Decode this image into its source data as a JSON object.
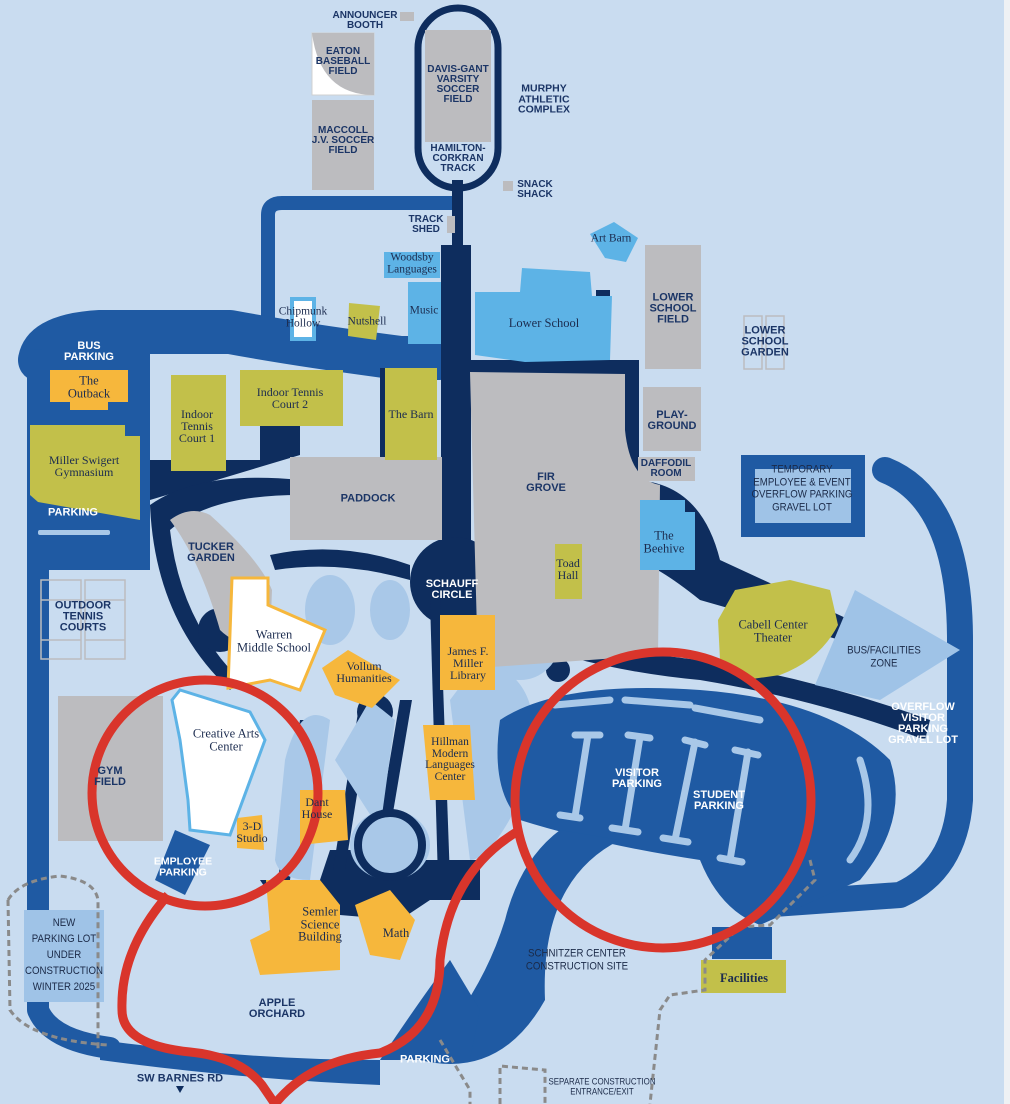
{
  "map": {
    "colors": {
      "background": "#c9dcf0",
      "road_dark": "#0e2d5e",
      "road_mid": "#1f5aa3",
      "path_light": "#a9c8e8",
      "field_gray": "#bcbcbf",
      "building_yellow": "#f6b73c",
      "building_olive": "#c2c04a",
      "building_sky": "#5db3e6",
      "building_white": "#ffffff",
      "highlight_red": "#d9352b",
      "zone_light": "#9fc3e7"
    },
    "athletics": {
      "announcer_booth": "ANNOUNCER\nBOOTH",
      "eaton_field": "EATON\nBASEBALL\nFIELD",
      "maccoll_field": "MACCOLL\nJ.V. SOCCER\nFIELD",
      "davis_gant_field": "DAVIS-GANT\nVARSITY\nSOCCER\nFIELD",
      "track": "HAMILTON-\nCORKRAN\nTRACK",
      "murphy_complex": "MURPHY\nATHLETIC\nCOMPLEX",
      "snack_shack": "SNACK\nSHACK",
      "track_shed": "TRACK\nSHED"
    },
    "buildings": {
      "woodsby": "Woodsby\nLanguages",
      "music": "Music",
      "chipmunk": "Chipmunk\nHollow",
      "nutshell": "Nutshell",
      "art_barn": "Art Barn",
      "lower_school": "Lower School",
      "outback": "The\nOutback",
      "indoor_tennis_1": "Indoor\nTennis\nCourt 1",
      "indoor_tennis_2": "Indoor Tennis\nCourt 2",
      "the_barn": "The Barn",
      "miller_gym": "Miller Swigert\nGymnasium",
      "toad_hall": "Toad\nHall",
      "beehive": "The\nBeehive",
      "cabell": "Cabell Center\nTheater",
      "warren": "Warren\nMiddle School",
      "vollum": "Vollum\nHumanities",
      "library": "James F.\nMiller\nLibrary",
      "hillman": "Hillman\nModern\nLanguages\nCenter",
      "creative_arts": "Creative Arts\nCenter",
      "studio_3d": "3-D\nStudio",
      "dant_house": "Dant\nHouse",
      "semler": "Semler\nScience\nBuilding",
      "math": "Math",
      "facilities": "Facilities"
    },
    "areas": {
      "lower_school_field": "LOWER\nSCHOOL\nFIELD",
      "lower_school_garden": "LOWER\nSCHOOL\nGARDEN",
      "playground": "PLAY-\nGROUND",
      "daffodil_room": "DAFFODIL\nROOM",
      "fir_grove": "FIR\nGROVE",
      "paddock": "PADDOCK",
      "tucker_garden": "TUCKER\nGARDEN",
      "schauff_circle": "SCHAUFF\nCIRCLE",
      "outdoor_tennis": "OUTDOOR\nTENNIS\nCOURTS",
      "gym_field": "GYM\nFIELD",
      "apple_orchard": "APPLE\nORCHARD",
      "schnitzer_site": "SCHNITZER CENTER\nCONSTRUCTION SITE",
      "construction_entrance": "SEPARATE CONSTRUCTION\nENTRANCE/EXIT",
      "bus_facilities_zone": "BUS/FACILITIES\nZONE",
      "temp_parking": "TEMPORARY\nEMPLOYEE & EVENT\nOVERFLOW PARKING\nGRAVEL LOT",
      "new_parking_lot": "NEW\nPARKING LOT\nUNDER\nCONSTRUCTION\nWINTER 2025"
    },
    "parking": {
      "bus_parking": "BUS\nPARKING",
      "parking_west": "PARKING",
      "employee_parking": "EMPLOYEE\nPARKING",
      "visitor_parking": "VISITOR\nPARKING",
      "student_parking": "STUDENT\nPARKING",
      "overflow_visitor": "OVERFLOW\nVISITOR\nPARKING\nGRAVEL LOT",
      "parking_south": "PARKING"
    },
    "roads": {
      "barnes_rd": "SW BARNES RD"
    }
  }
}
